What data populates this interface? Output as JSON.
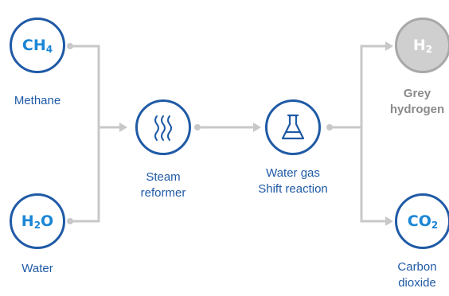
{
  "nodes": {
    "methane": {
      "formula_main": "CH",
      "formula_sub": "4",
      "label": "Methane"
    },
    "water": {
      "formula_main": "H",
      "formula_sub": "2",
      "formula_tail": "O",
      "label": "Water"
    },
    "steam_reformer": {
      "label_line1": "Steam",
      "label_line2": "reformer",
      "icon": "steam-icon"
    },
    "water_gas_shift": {
      "label_line1": "Water gas",
      "label_line2": "Shift reaction",
      "icon": "flask-icon"
    },
    "grey_hydrogen": {
      "formula_main": "H",
      "formula_sub": "2",
      "label_line1": "Grey",
      "label_line2": "hydrogen"
    },
    "carbon_dioxide": {
      "formula_main": "CO",
      "formula_sub": "2",
      "label_line1": "Carbon",
      "label_line2": "dioxide"
    }
  },
  "colors": {
    "primary": "#1f5aa6",
    "formula_text": "#1a86d6",
    "grey_node": "#cfcfcf",
    "connector": "#c8c8c8"
  }
}
